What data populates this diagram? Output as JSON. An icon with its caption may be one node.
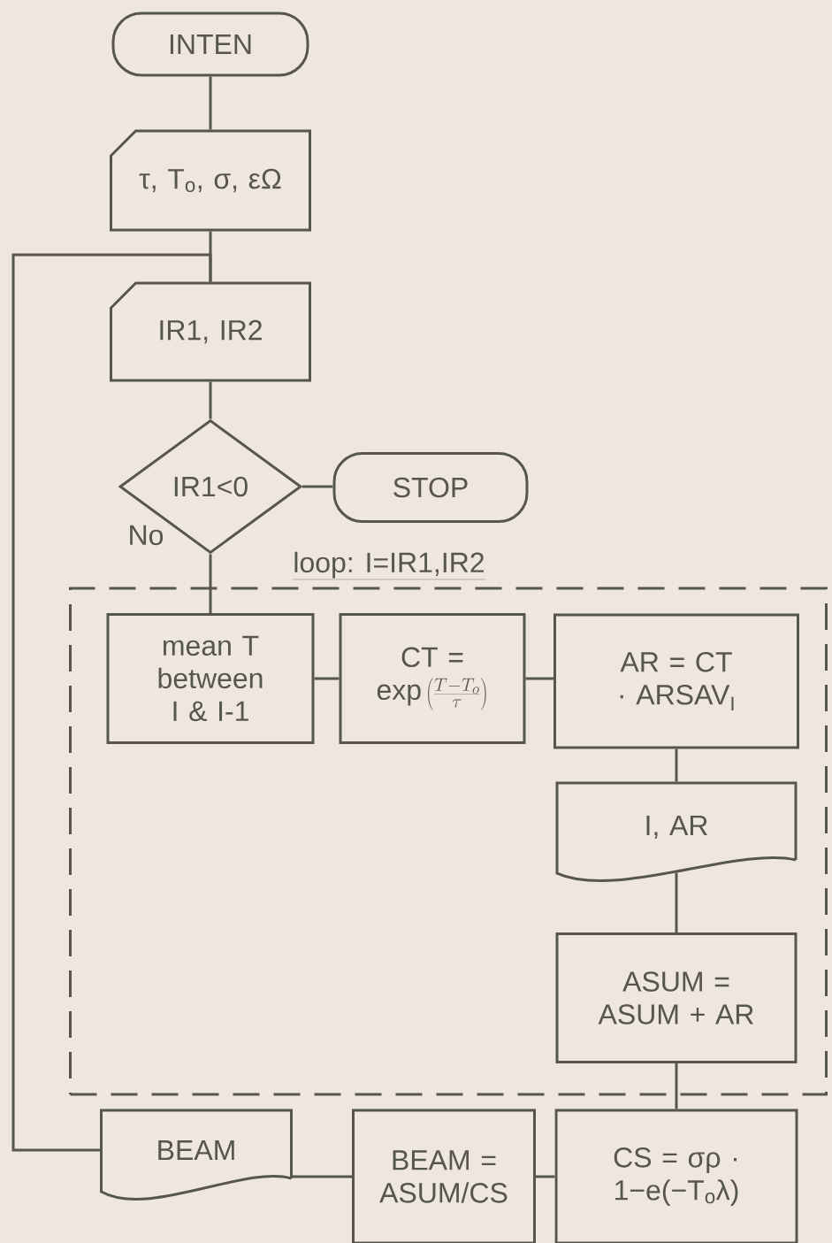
{
  "diagram": {
    "nodes": [
      {
        "text": [
          "INTEN"
        ]
      },
      {
        "text": [
          "τ, T$_{o}$, σ, εΩ"
        ]
      },
      {
        "text": [
          "IR1, IR2"
        ]
      },
      {
        "text": [
          "IR1<0"
        ]
      },
      {
        "text": [
          "STOP"
        ]
      },
      {
        "text": [
          "loop: I=IR1,IR2"
        ]
      },
      {
        "text": [
          "mean T between I & I-1"
        ],
        "in": 5
      },
      {
        "text": [
          "CT =",
          "\\exp\\left(\\frac{T-T_o}{\\tau}\\right)"
        ],
        "in": 5
      },
      {
        "text": [
          "AR = CT · ARSAV$_{I}$"
        ],
        "in": 5
      },
      {
        "text": [
          "I, AR"
        ],
        "in": 5
      },
      {
        "text": [
          "ASUM = ASUM + AR"
        ],
        "in": 5
      },
      {
        "text": [
          "BEAM"
        ]
      },
      {
        "text": [
          "BEAM = ASUM/CS"
        ]
      },
      {
        "text": [
          "CS = σρ · 1−e(−T$_{o}$λ)"
        ]
      }
    ],
    "edges": [
      {
        "from": 0,
        "to": 1,
        "arrow": "none"
      },
      {
        "from": 1,
        "to": 2,
        "arrow": "none"
      },
      {
        "from": 2,
        "to": 3,
        "arrow": "none"
      },
      {
        "from": 3,
        "to": 4,
        "arrow": "none"
      },
      {
        "from": 3,
        "to": 6,
        "arrow": "none",
        "label": "No"
      },
      {
        "from": 6,
        "to": 7,
        "arrow": "none"
      },
      {
        "from": 7,
        "to": 8,
        "arrow": "none"
      },
      {
        "from": 8,
        "to": 9,
        "arrow": "none"
      },
      {
        "from": 9,
        "to": 10,
        "arrow": "none"
      },
      {
        "from": 10,
        "to": 13,
        "arrow": "none"
      },
      {
        "from": 13,
        "to": 12,
        "arrow": "none"
      },
      {
        "from": 12,
        "to": 11,
        "arrow": "none"
      },
      {
        "from": 11,
        "to": 2,
        "arrow": "none"
      }
    ]
  }
}
